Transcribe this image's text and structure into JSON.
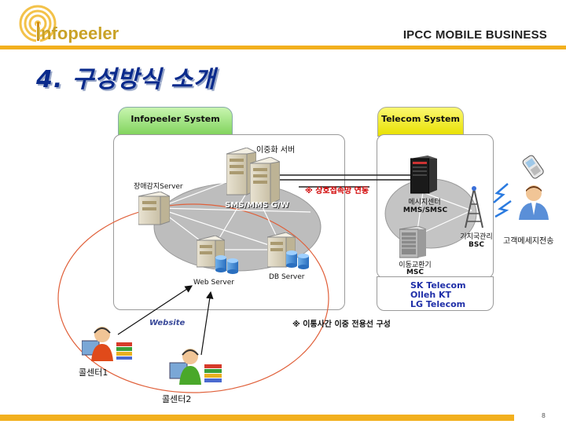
{
  "header": {
    "logo_text": "Infopeeler",
    "company_title": "IPCC MOBILE BUSINESS"
  },
  "slide": {
    "title": "4. 구성방식 소개",
    "page_number": "8"
  },
  "colors": {
    "accent_rule": "#f2b01e",
    "title_blue": "#0a2a8c",
    "infopeeler_tab": "#9be27a",
    "telecom_tab": "#f5f000",
    "carrier_text": "#1f2fa8",
    "link_red": "#d10000"
  },
  "diagram": {
    "infopeeler_tab": "Infopeeler System",
    "telecom_tab": "Telecom System",
    "redundancy_server": "이중화 서버",
    "fault_detect_server": "장애감지Server",
    "sms_gateway": "SMS/MMS G/W",
    "web_server": "Web Server",
    "db_server": "DB Server",
    "interconnect_link": "※ 상호접속망 연동",
    "message_center": "메시지센터",
    "message_center_sub": "MMS/SMSC",
    "bsc": "기지국관리",
    "bsc_sub": "BSC",
    "msc": "이동교환기",
    "msc_sub": "MSC",
    "customer": "고객메세지전송",
    "carriers": [
      "SK Telecom",
      "Olleh KT",
      "LG Telecom"
    ],
    "carrier_note": "※ 이통사간 이중 전용선 구성",
    "website": "Website",
    "callcenter_1": "콜센터1",
    "callcenter_2": "콜센터2"
  },
  "icons": {
    "logo": "antenna-signal-logo",
    "server": "server-tower-icon",
    "database": "database-cylinders-icon",
    "operator": "headset-operator-icon",
    "phone": "mobile-phone-icon",
    "tower": "cell-tower-icon",
    "lightning": "lightning-icon"
  }
}
